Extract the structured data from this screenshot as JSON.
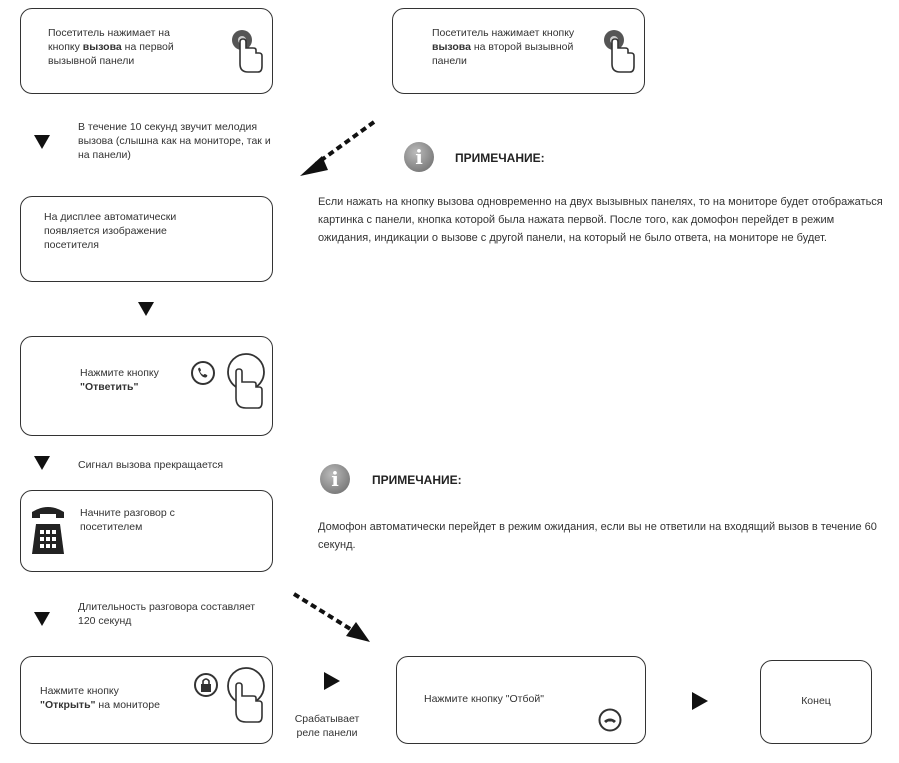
{
  "box1": {
    "pre": "Посетитель нажимает на кнопку ",
    "bold": "вызова",
    "post": " на первой вызывной панели"
  },
  "box2": {
    "pre": "Посетитель нажимает кнопку ",
    "bold": "вызова",
    "post": " на второй вызывной панели"
  },
  "step1": "В течение 10 секунд звучит мелодия вызова (слышна как на мониторе, так и на панели)",
  "box3": "На дисплее автоматически появляется изображение посетителя",
  "box4": {
    "pre": "Нажмите кнопку ",
    "bold": "\"Ответить\""
  },
  "step2": "Сигнал вызова прекращается",
  "box5": "Начните разговор с посетителем",
  "step3": "Длительность разговора составляет 120 секунд",
  "box6": {
    "bold": "\"Открыть\"",
    "pre": "Нажмите кнопку",
    "post": " на мониторе"
  },
  "step4": "Срабатывает реле панели",
  "box7": "Нажмите кнопку \"Отбой\"",
  "box8": "Конец",
  "note1": {
    "title": "ПРИМЕЧАНИЕ:",
    "text": "Если нажать на кнопку вызова одновременно на двух вызывных панелях, то на мониторе будет отображаться картинка с панели, кнопка которой была нажата первой. После того, как домофон перейдет в режим ожидания, индикации о вызове с другой панели, на который не было ответа, на мониторе не будет."
  },
  "note2": {
    "title": "ПРИМЕЧАНИЕ:",
    "text": "Домофон автоматически перейдет в режим ожидания, если вы не ответили на входящий вызов в течение 60 секунд."
  },
  "icons": [
    "hand-press-icon",
    "phone-answer-icon",
    "telephone-icon",
    "lock-icon",
    "hangup-icon",
    "info-icon",
    "dashed-arrow-icon"
  ]
}
